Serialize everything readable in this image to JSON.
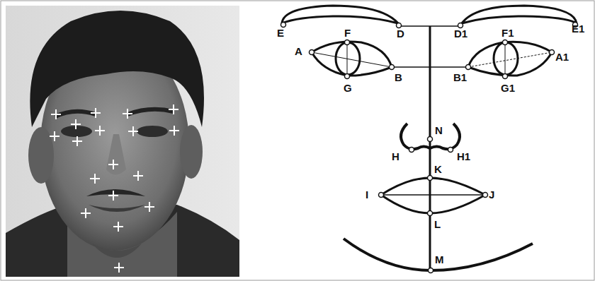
{
  "diagram": {
    "labels": [
      "E",
      "D",
      "D1",
      "E1",
      "F",
      "F1",
      "A",
      "A1",
      "B",
      "B1",
      "G",
      "G1",
      "N",
      "H",
      "H1",
      "K",
      "I",
      "J",
      "L",
      "M"
    ]
  }
}
